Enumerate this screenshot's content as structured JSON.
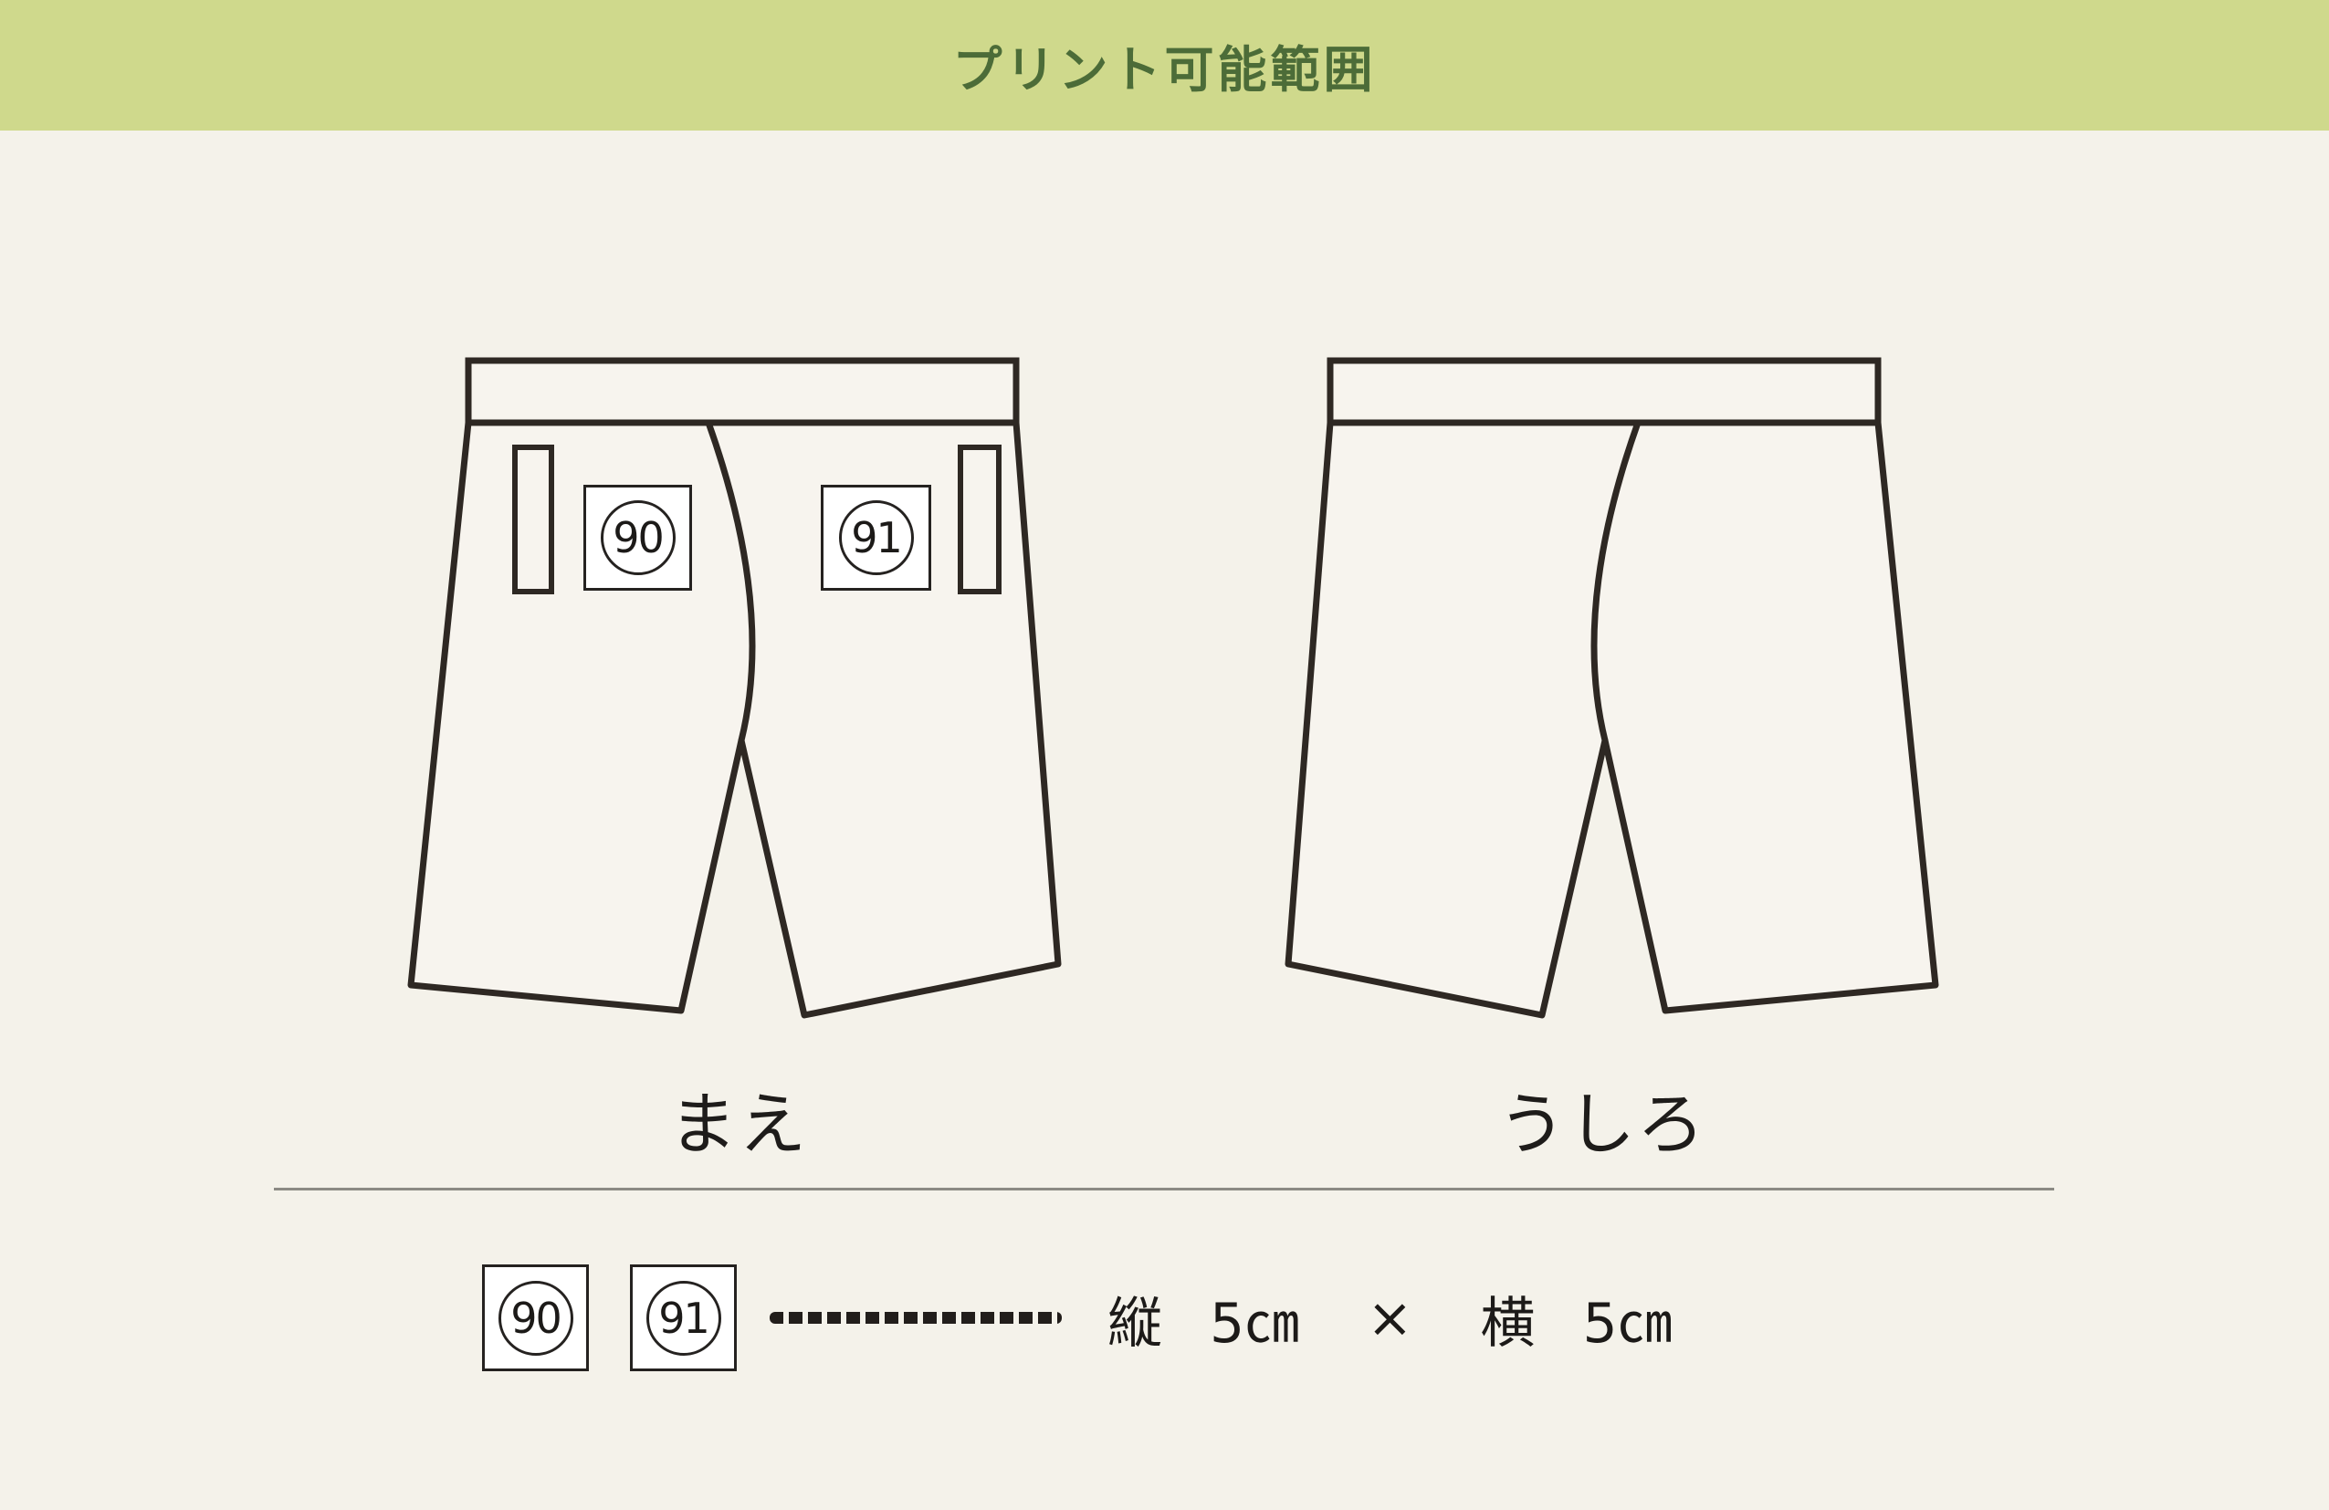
{
  "header": {
    "title": "プリント可能範囲"
  },
  "markers": [
    {
      "number": "90"
    },
    {
      "number": "91"
    }
  ],
  "front": {
    "label": "まえ"
  },
  "back": {
    "label": "うしろ"
  },
  "legend": {
    "size_spec": {
      "vertical_label": "縦",
      "vertical_value": "5㎝",
      "multiply_sign": "×",
      "horizontal_label": "横",
      "horizontal_value": "5㎝"
    }
  },
  "colors": {
    "header_bg": "#cfd98c",
    "header_text": "#4c6c38",
    "page_bg": "#f4f2ea",
    "outline": "#2e2823",
    "garment_fill": "#f7f4ee",
    "marker_border": "#252220",
    "divider": "#8b8a84"
  }
}
